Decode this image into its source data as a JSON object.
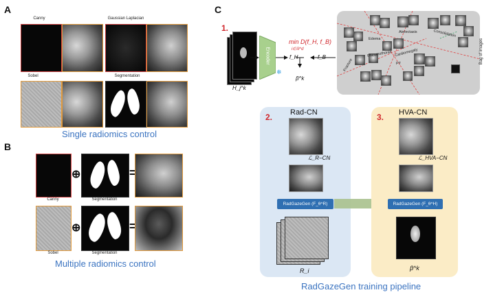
{
  "panels": {
    "a": "A",
    "b": "B",
    "c": "C"
  },
  "panel_a": {
    "labels": [
      "Canny",
      "Gaussian Laplacian",
      "Sobel",
      "Segmentation"
    ],
    "caption": "Single radiomics control"
  },
  "panel_b": {
    "labels": [
      "Canny",
      "Segmentation",
      "Sobel",
      "Segmentation"
    ],
    "ops": [
      "⊕",
      "=",
      "⊕",
      "="
    ],
    "caption": "Multiple radiomics control"
  },
  "panel_c": {
    "step1": "1.",
    "step2": "2.",
    "step3": "3.",
    "input_label": "H_j^k",
    "encoder": "Encoder",
    "snow": "❄",
    "min_eq": "min D(f_H, f_B)",
    "min_sub": "i∈ℝ^d",
    "fh": "f_H",
    "fb": "f_B",
    "beta_top": "β^k",
    "bag_title": "Bag of images",
    "bag_labels": [
      "Atelectasis",
      "Consolidation",
      "Edema",
      "Fracture",
      "Pneumothorax",
      "Cardiomegaly",
      "PT"
    ],
    "radcn_title": "Rad-CN",
    "hvacn_title": "HVA-CN",
    "loss_r": "ℒ_R−CN",
    "loss_h": "ℒ_HVA−CN",
    "gen_label": "RadGazeGen (F_θ^R)",
    "gen_label2": "RadGazeGen (F_θ^H)",
    "ri_label": "R_i",
    "beta_bottom": "β^k",
    "pipeline_caption": "RadGazeGen training pipeline"
  },
  "colors": {
    "accent_blue": "#3a73c0",
    "step_red": "#d0262b",
    "radcn_bg": "#dbe7f4",
    "hvacn_bg": "#fbecc6",
    "bag_bg": "#cfcfcf"
  }
}
